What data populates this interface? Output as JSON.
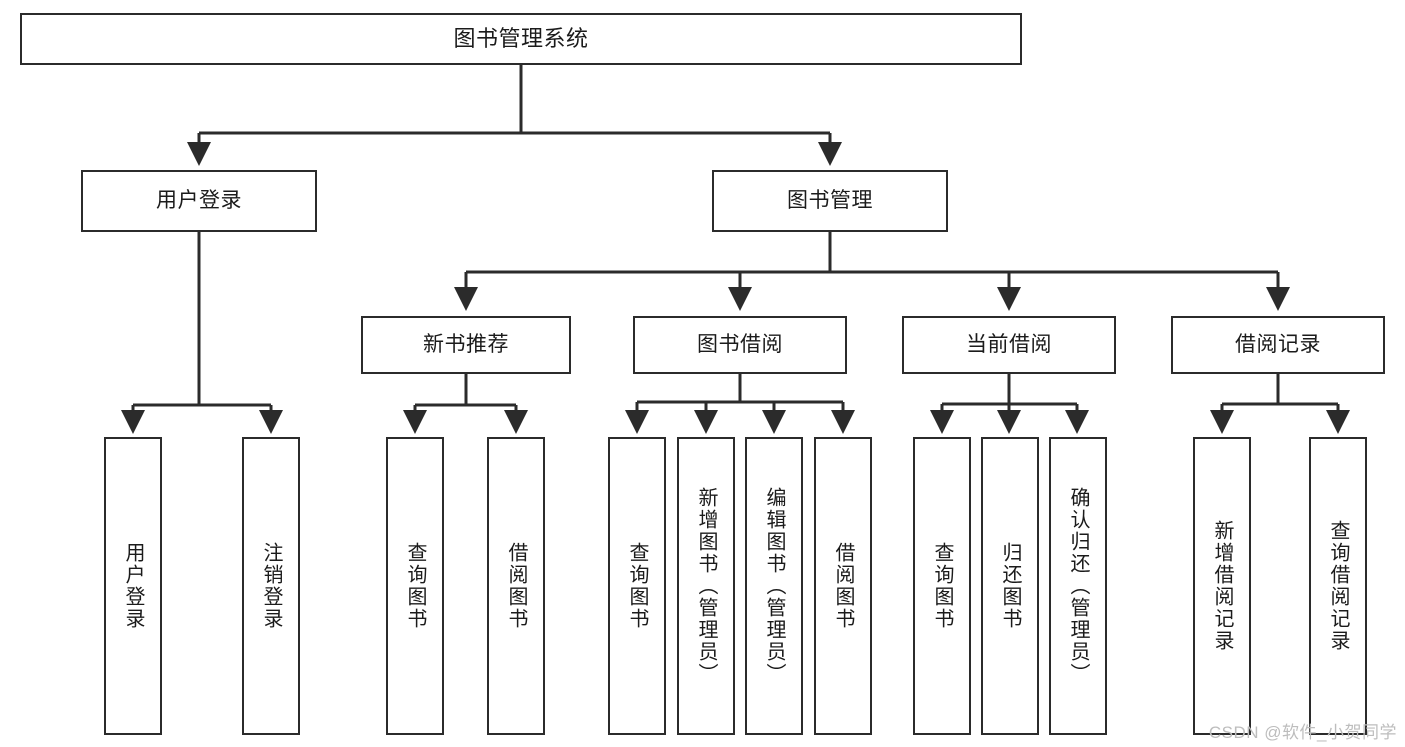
{
  "diagram": {
    "title": "图书管理系统",
    "watermark": "CSDN @软件_小贺同学",
    "colors": {
      "node_border": "#2b2b2b",
      "node_fill": "#ffffff",
      "edge": "#2b2b2b",
      "text": "#1b1b1b",
      "watermark": "#bdbdbd"
    },
    "nodes": {
      "root": {
        "label": "图书管理系统"
      },
      "level1": [
        {
          "id": "user-login",
          "label": "用户登录"
        },
        {
          "id": "book-manage",
          "label": "图书管理"
        }
      ],
      "level2": [
        {
          "id": "new-book-recommend",
          "label": "新书推荐"
        },
        {
          "id": "book-borrow",
          "label": "图书借阅"
        },
        {
          "id": "current-borrow",
          "label": "当前借阅"
        },
        {
          "id": "borrow-record",
          "label": "借阅记录"
        }
      ],
      "leaves": {
        "user_login": [
          {
            "id": "leaf-user-login",
            "label": "用户登录"
          },
          {
            "id": "leaf-logout-login",
            "label": "注销登录"
          }
        ],
        "new_book_recommend": [
          {
            "id": "leaf-query-book-1",
            "label": "查询图书"
          },
          {
            "id": "leaf-borrow-book-1",
            "label": "借阅图书"
          }
        ],
        "book_borrow": [
          {
            "id": "leaf-query-book-2",
            "label": "查询图书"
          },
          {
            "id": "leaf-add-book",
            "label": "新增图书（管理员）"
          },
          {
            "id": "leaf-edit-book",
            "label": "编辑图书（管理员）"
          },
          {
            "id": "leaf-borrow-book-2",
            "label": "借阅图书"
          }
        ],
        "current_borrow": [
          {
            "id": "leaf-query-book-3",
            "label": "查询图书"
          },
          {
            "id": "leaf-return-book",
            "label": "归还图书"
          },
          {
            "id": "leaf-confirm-return",
            "label": "确认归还（管理员）"
          }
        ],
        "borrow_record": [
          {
            "id": "leaf-add-borrow-record",
            "label": "新增借阅记录"
          },
          {
            "id": "leaf-query-borrow-record",
            "label": "查询借阅记录"
          }
        ]
      }
    }
  }
}
